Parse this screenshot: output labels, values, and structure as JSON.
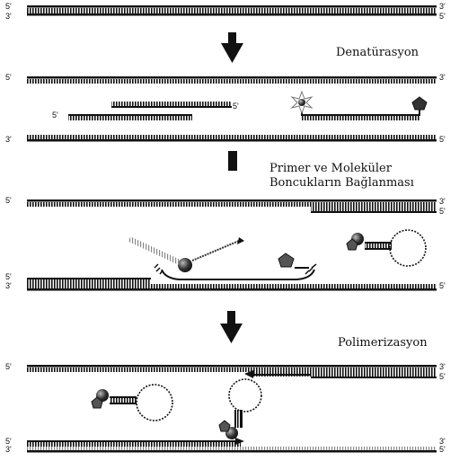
{
  "steps": {
    "denaturation": "Denatürasyon",
    "annealing_line1": "Primer ve Moleküler",
    "annealing_line2": "Boncukların Bağlanması",
    "polymerization": "Polimerizasyon"
  },
  "ends": {
    "five": "5'",
    "three": "3'"
  },
  "colors": {
    "ink": "#111111",
    "fluorophore_glow": "#888888"
  }
}
